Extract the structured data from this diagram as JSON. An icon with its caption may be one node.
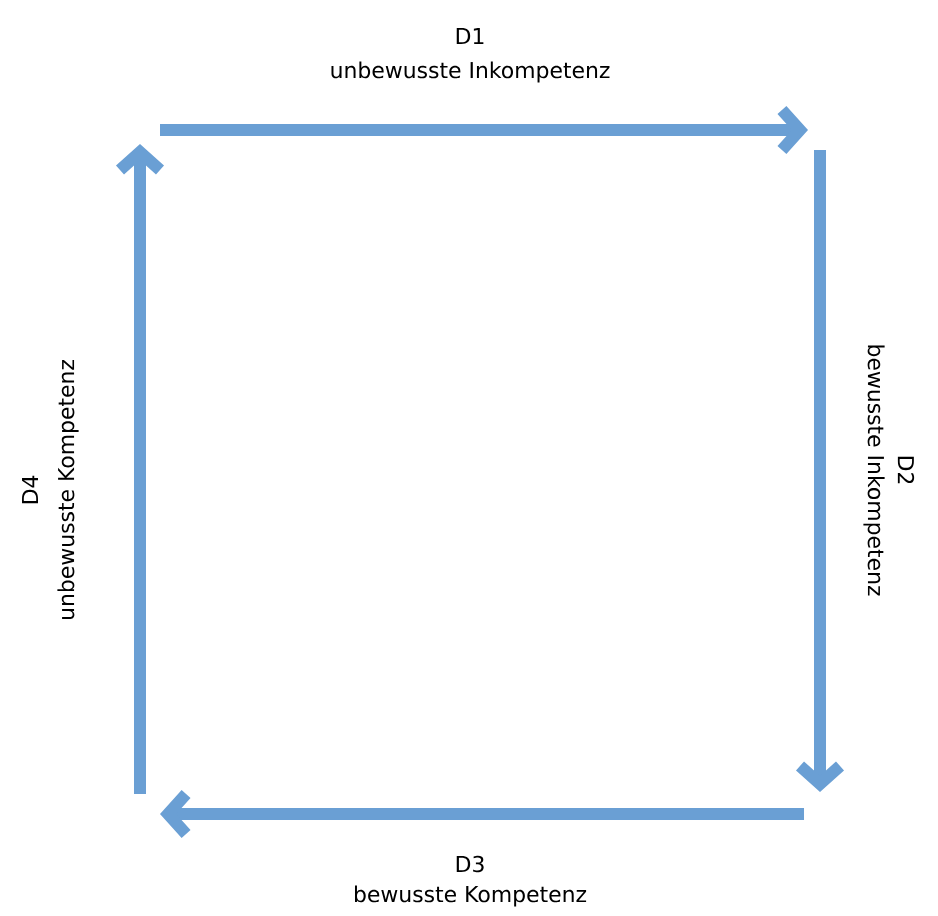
{
  "diagram": {
    "labels": [
      "D1",
      "unbewusste Inkompetenz",
      "D2",
      "bewusste Inkompetenz",
      "D3",
      "bewusste Kompetenz",
      "D4",
      "unbewusste Kompetenz"
    ]
  }
}
